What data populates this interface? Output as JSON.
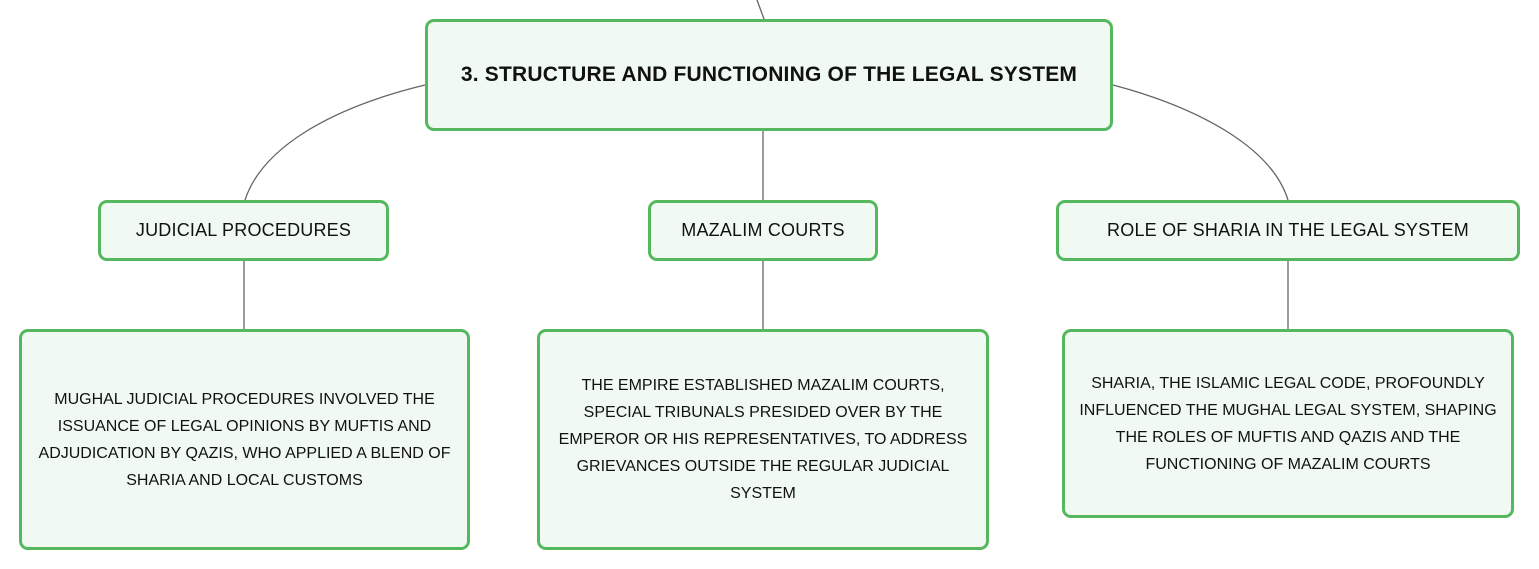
{
  "mind_map": {
    "root": {
      "label": "3. STRUCTURE AND FUNCTIONING OF THE LEGAL SYSTEM"
    },
    "branches": [
      {
        "label": "JUDICIAL PROCEDURES",
        "detail": "MUGHAL JUDICIAL PROCEDURES INVOLVED THE ISSUANCE OF LEGAL OPINIONS BY MUFTIS AND ADJUDICATION BY QAZIS, WHO APPLIED A BLEND OF SHARIA AND LOCAL CUSTOMS"
      },
      {
        "label": "MAZALIM COURTS",
        "detail": "THE EMPIRE ESTABLISHED MAZALIM COURTS, SPECIAL TRIBUNALS PRESIDED OVER BY THE EMPEROR OR HIS REPRESENTATIVES, TO ADDRESS GRIEVANCES OUTSIDE THE REGULAR JUDICIAL SYSTEM"
      },
      {
        "label": "ROLE OF SHARIA IN THE LEGAL SYSTEM",
        "detail": "SHARIA, THE ISLAMIC LEGAL CODE, PROFOUNDLY INFLUENCED THE MUGHAL LEGAL SYSTEM, SHAPING THE ROLES OF MUFTIS AND QAZIS AND THE FUNCTIONING OF MAZALIM COURTS"
      }
    ]
  },
  "colors": {
    "node_border": "#55b85f",
    "node_fill": "#f1faf2",
    "connector": "#666666",
    "text": "#111111"
  }
}
